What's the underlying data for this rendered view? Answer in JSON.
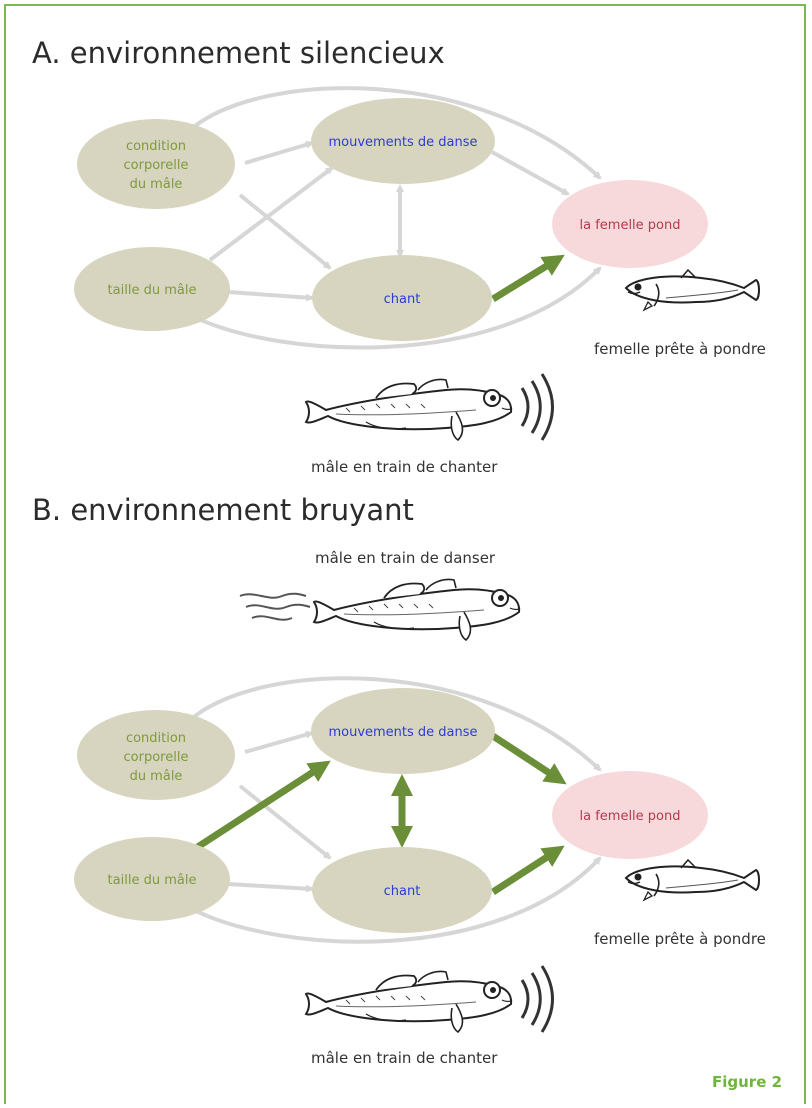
{
  "figure_label": "Figure 2",
  "colors": {
    "frame": "#7dbb4f",
    "node_fill": "#d7d5bf",
    "target_fill": "#f7d9db",
    "grey_arrow": "#d6d6d6",
    "green_arrow": "#6b8f38"
  },
  "panel_a": {
    "title": "A. environnement silencieux",
    "nodes": {
      "condition": [
        "condition",
        "corporelle",
        "du mâle"
      ],
      "taille": "taille du mâle",
      "danse": "mouvements de danse",
      "chant": "chant",
      "pond": "la femelle pond"
    },
    "female_caption": "femelle prête à pondre",
    "male_caption": "mâle en train de chanter"
  },
  "panel_b": {
    "title": "B. environnement bruyant",
    "nodes": {
      "condition": [
        "condition",
        "corporelle",
        "du mâle"
      ],
      "taille": "taille du mâle",
      "danse": "mouvements de danse",
      "chant": "chant",
      "pond": "la femelle pond"
    },
    "dancing_caption": "mâle en train de danser",
    "female_caption": "femelle prête à pondre",
    "male_caption": "mâle en train de chanter"
  },
  "icons": {
    "female_fish": "fish-icon",
    "singing_male": "singing-fish-icon",
    "dancing_male": "dancing-fish-icon",
    "sound_waves": "sound-waves-icon",
    "motion_lines": "motion-lines-icon"
  }
}
